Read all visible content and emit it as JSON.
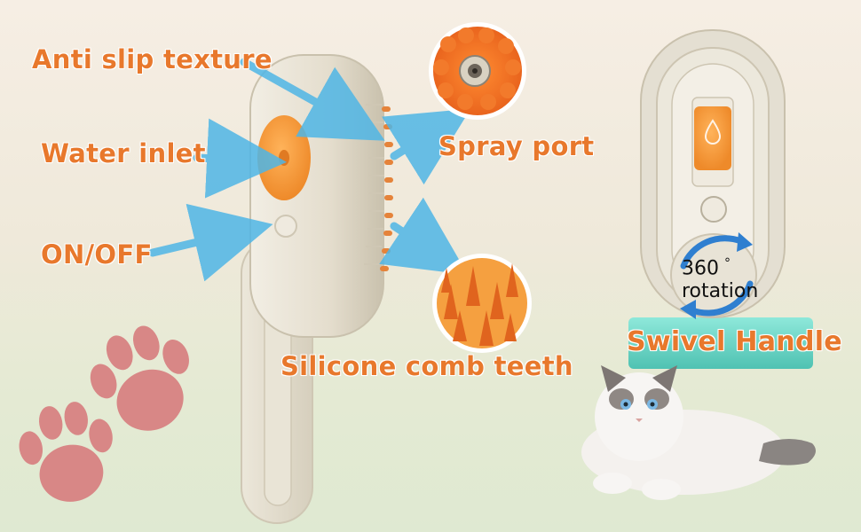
{
  "labels": {
    "anti_slip": "Anti slip texture",
    "water_inlet": "Water inlet",
    "on_off": "ON/OFF",
    "spray_port": "Spray port",
    "comb_teeth": "Silicone comb teeth",
    "swivel_handle": "Swivel Handle",
    "rotation_degrees": "360",
    "degree_symbol": "°",
    "rotation_word": "rotation"
  },
  "colors": {
    "label_orange": "#e8782c",
    "device_body": "#e6e0d2",
    "accent_orange": "#f39a3a",
    "arrow_blue": "#4fb6e6",
    "rotation_blue": "#2f7fd0",
    "base_teal": "#6fd6c7",
    "paw_pink": "#d88786"
  },
  "icons": {
    "paw": "paw-print-icon",
    "arrow": "pointer-arrow-icon",
    "rotation": "rotation-arrows-icon",
    "drop": "water-drop-icon"
  }
}
